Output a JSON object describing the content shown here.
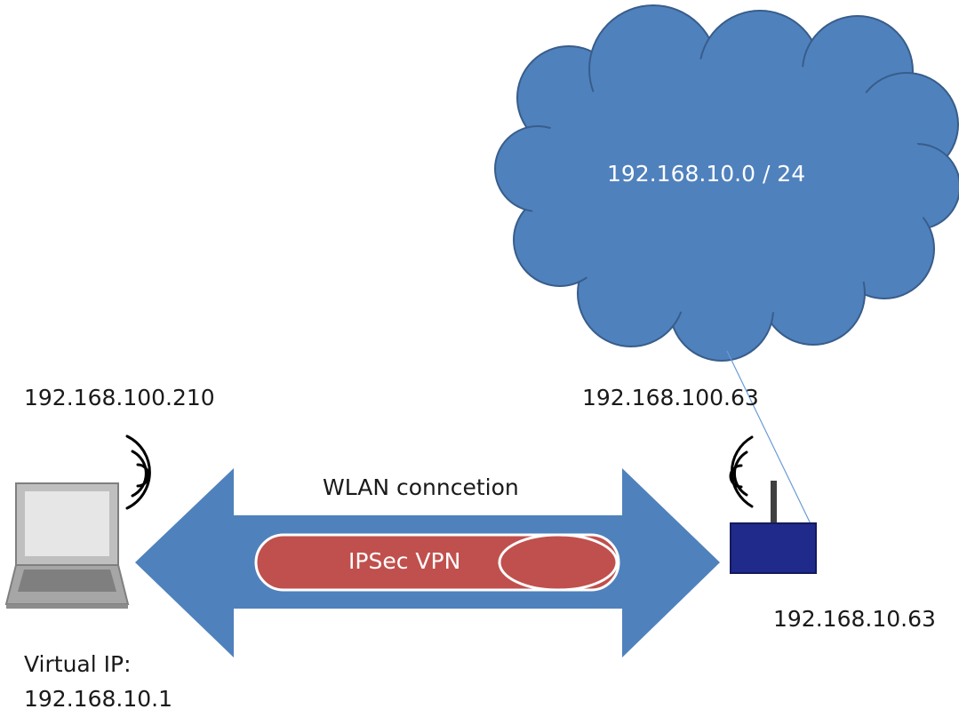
{
  "network": {
    "subnet_label": "192.168.10.0 / 24"
  },
  "client": {
    "wlan_ip": "192.168.100.210",
    "virtual_ip_label": "Virtual IP:",
    "virtual_ip": "192.168.10.1"
  },
  "gateway": {
    "wlan_ip": "192.168.100.63",
    "lan_ip": "192.168.10.63"
  },
  "link": {
    "label": "WLAN conncetion",
    "tunnel_label": "IPSec VPN"
  },
  "colors": {
    "cloud": "#4f81bd",
    "cloud_outline": "#385d8a",
    "arrow": "#4f81bd",
    "tunnel": "#c0504d",
    "router": "#1f2a8a",
    "laptop_frame": "#8c8c8c",
    "laptop_screen": "#d9d9d9"
  },
  "icons": [
    "cloud-icon",
    "laptop-icon",
    "router-icon",
    "wifi-signal-icon"
  ]
}
